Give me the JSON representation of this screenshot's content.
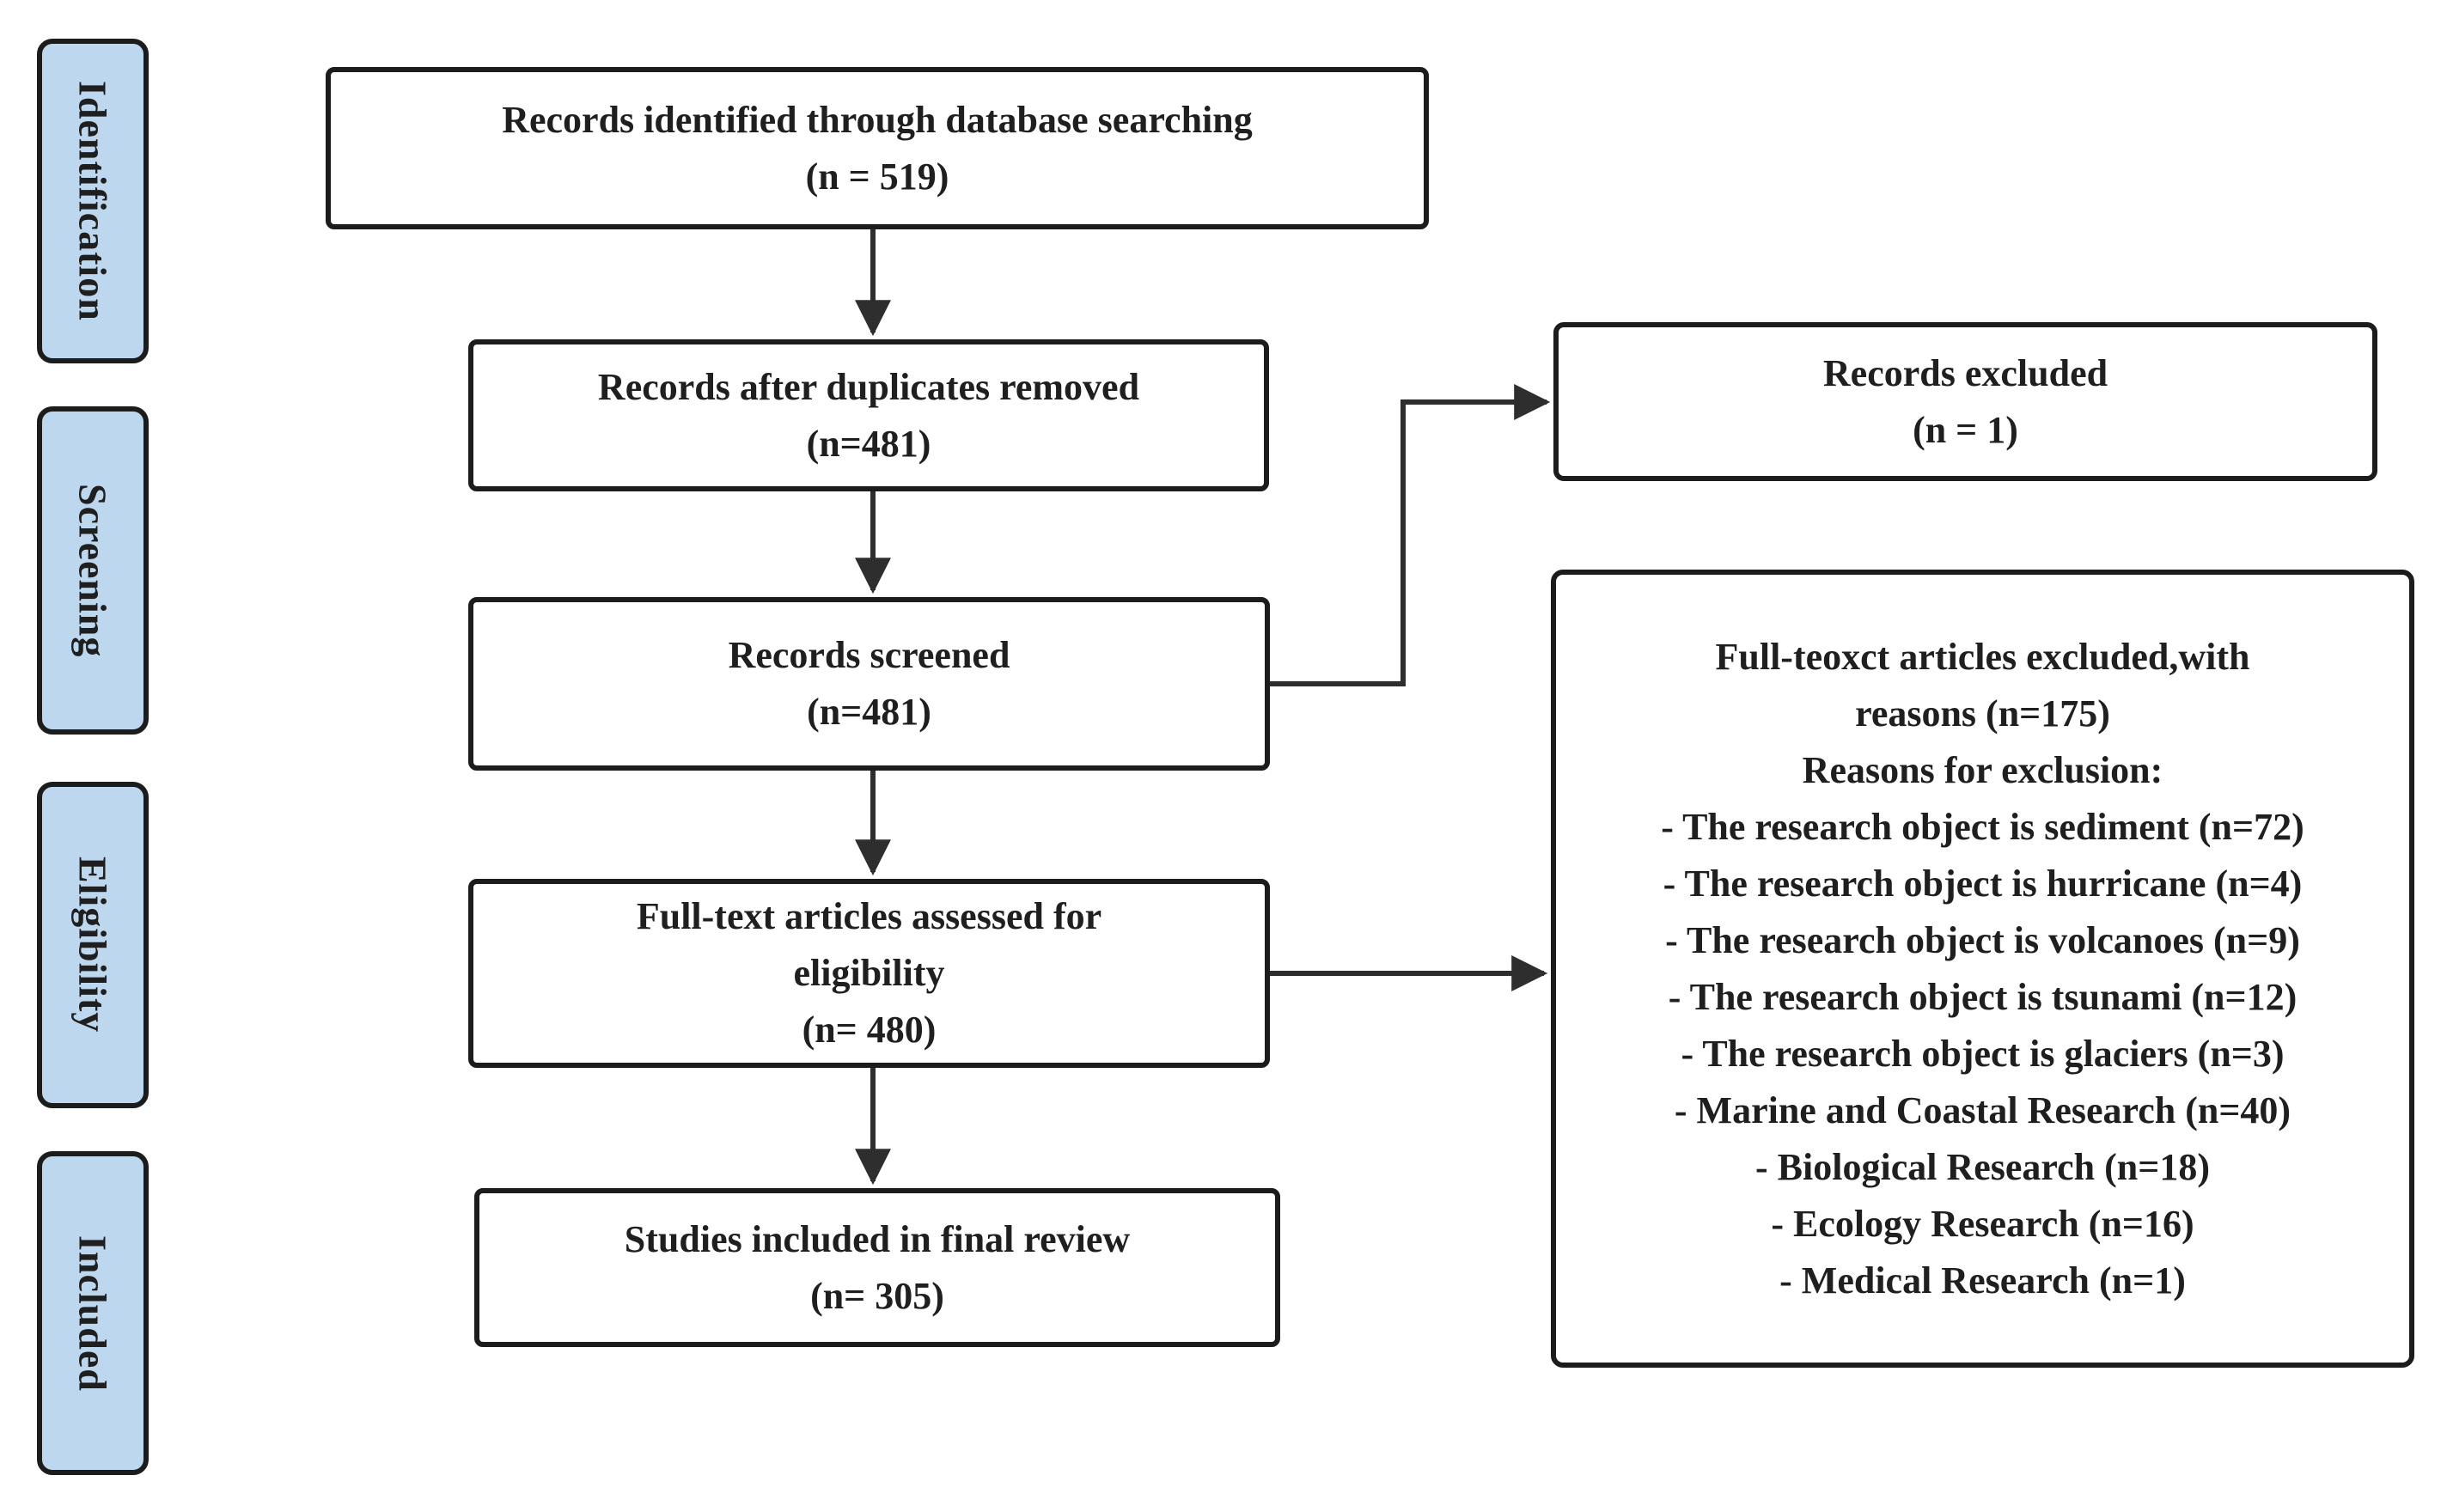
{
  "title": "PRISMA literature selection flow diagram",
  "colors": {
    "stage-fill": "#bdd7ee",
    "box-border": "#1c1c1c",
    "connector": "#2e2e2e",
    "text": "#1f1f1f"
  },
  "sidebar": {
    "stages": [
      {
        "label": "Identification"
      },
      {
        "label": "Screening"
      },
      {
        "label": "Eligibility"
      },
      {
        "label": "Included"
      }
    ]
  },
  "flow": {
    "boxes": [
      {
        "id": "records-identified",
        "lines": [
          "Records identified through database searching",
          "(n = 519)"
        ]
      },
      {
        "id": "duplicates-removed",
        "lines": [
          "Records after duplicates removed",
          "(n=481)"
        ]
      },
      {
        "id": "records-screened",
        "lines": [
          "Records screened",
          "(n=481)"
        ]
      },
      {
        "id": "fulltext-assessed",
        "lines": [
          "Full-text articles assessed for",
          "eligibility",
          "(n= 480)"
        ]
      },
      {
        "id": "studies-included",
        "lines": [
          "Studies included in final review",
          "(n= 305)"
        ]
      }
    ]
  },
  "exclusions": {
    "records_excluded": {
      "lines": [
        "Records excluded",
        "(n = 1)"
      ]
    },
    "fulltext_excluded": {
      "lines": [
        "Full-teoxct articles excluded,with",
        "reasons (n=175)",
        "Reasons for exclusion:",
        "- The research object is sediment (n=72)",
        "- The research object is hurricane (n=4)",
        "- The research object is volcanoes (n=9)",
        "- The research object is tsunami (n=12)",
        "- The research object is glaciers (n=3)",
        "- Marine and Coastal Research (n=40)",
        "- Biological Research (n=18)",
        "- Ecology Research (n=16)",
        "- Medical Research (n=1)"
      ]
    }
  }
}
